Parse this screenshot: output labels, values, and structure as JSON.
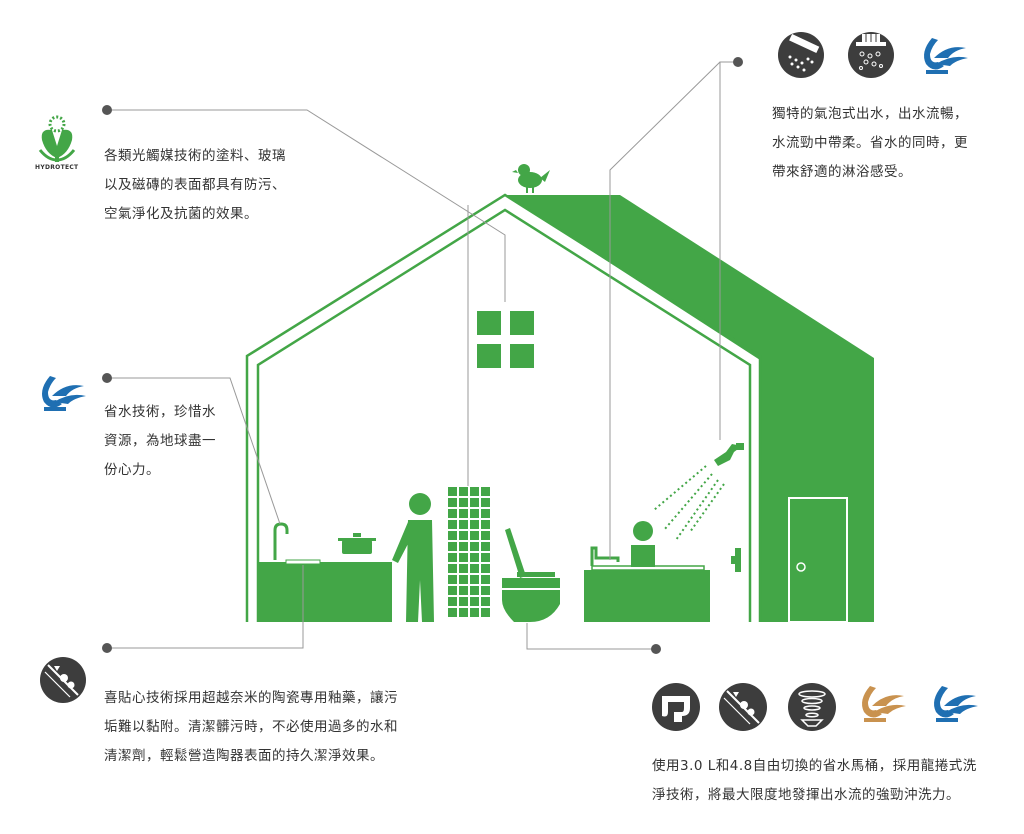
{
  "callouts": {
    "hydrotect": {
      "logo_text": "HYDROTECT",
      "lines": [
        "各類光觸媒技術的塗料、玻璃",
        "以及磁磚的表面都具有防污、",
        "空氣淨化及抗菌的效果。"
      ]
    },
    "water_saving": {
      "lines": [
        "省水技術，珍惜水",
        "資源，為地球盡一",
        "份心力。"
      ]
    },
    "shower": {
      "lines": [
        "獨特的氣泡式出水，出水流暢，",
        "水流勁中帶柔。省水的同時，更",
        "帶來舒適的淋浴感受。"
      ]
    },
    "ceramic": {
      "lines": [
        "喜貼心技術採用超越奈米的陶瓷專用釉藥，讓污",
        "垢難以黏附。清潔髒污時，不必使用過多的水和",
        "清潔劑，輕鬆營造陶器表面的持久潔淨效果。"
      ]
    },
    "toilet": {
      "lines": [
        "使用3.0 L和4.8自由切換的省水馬桶，採用龍捲式洗",
        "淨技術，將最大限度地發揮出水流的強勁沖洗力。"
      ]
    }
  },
  "icons": {
    "shower_row": [
      "shower-bubble-icon",
      "showerhead-bubble-icon",
      "water-saving-mark-icon"
    ],
    "toilet_row": [
      "siphon-toilet-icon",
      "ceramic-glaze-icon",
      "tornado-flush-icon",
      "gold-water-saving-mark-icon",
      "water-saving-mark-icon"
    ]
  },
  "colors": {
    "house_green": "#43a647",
    "dark_icon": "#3d3d3d",
    "line_gray": "#999999",
    "dot": "#555555",
    "blue_mark": "#1f6fb2",
    "gold_mark": "#c9924f"
  }
}
